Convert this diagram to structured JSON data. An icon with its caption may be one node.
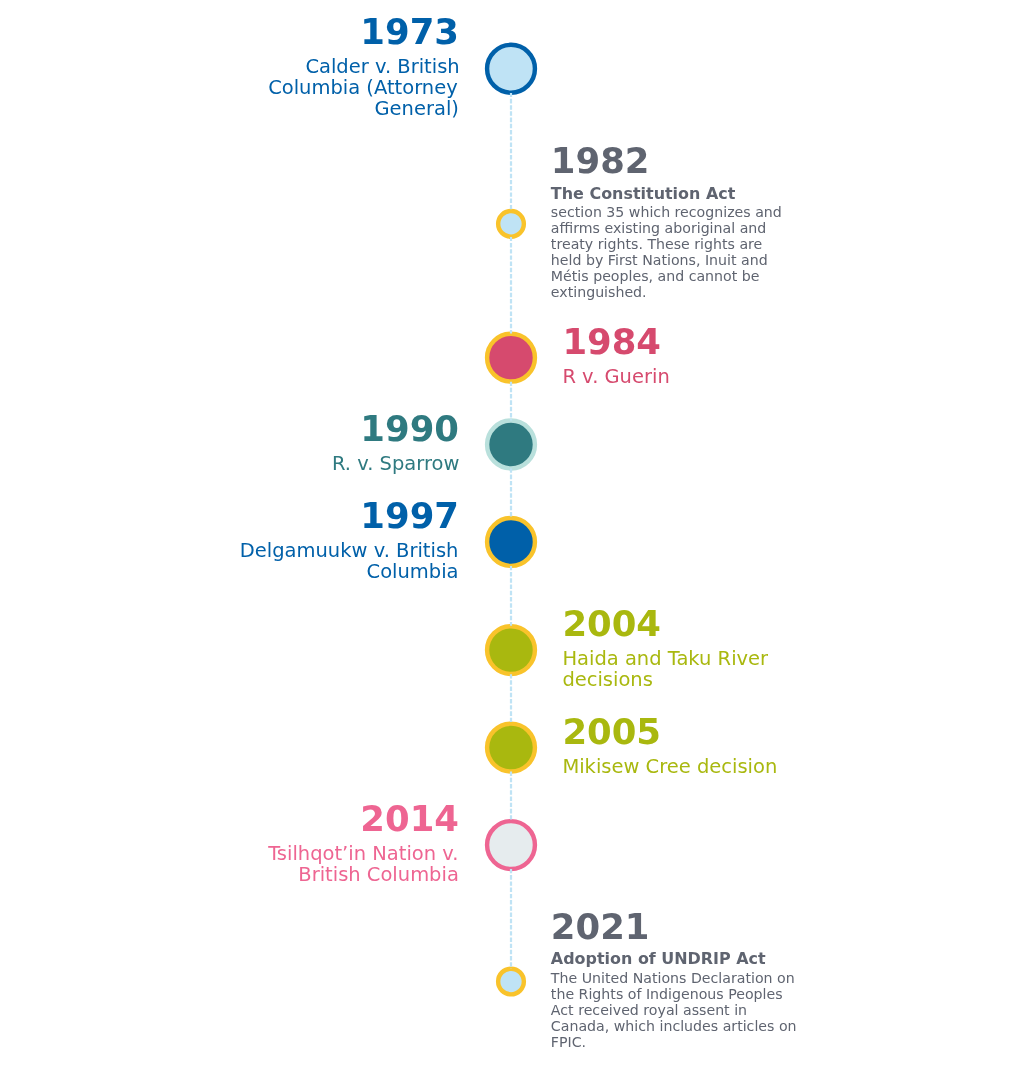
{
  "diagram": {
    "nodes": [
      {
        "text": [],
        "shape": "circle",
        "beside": [
          "1973",
          "Calder v. British Columbia (Attorney General)"
        ]
      },
      {
        "text": [],
        "shape": "circle",
        "beside": [
          "1982",
          "The Constitution Act",
          "section 35 which recognizes and affirms existing aboriginal and treaty rights. These rights are held by First Nations, Inuit and Métis peoples, and cannot be extinguished."
        ]
      },
      {
        "text": [],
        "shape": "circle",
        "beside": [
          "1984",
          "R v. Guerin"
        ]
      },
      {
        "text": [],
        "shape": "circle",
        "beside": [
          "1990",
          "R. v. Sparrow"
        ]
      },
      {
        "text": [],
        "shape": "circle",
        "beside": [
          "1997",
          "Delgamuukw v. British Columbia"
        ]
      },
      {
        "text": [],
        "shape": "circle",
        "beside": [
          "2004",
          "Haida and Taku River decisions"
        ]
      },
      {
        "text": [],
        "shape": "circle",
        "beside": [
          "2005",
          "Mikisew Cree decision"
        ]
      },
      {
        "text": [],
        "shape": "circle",
        "beside": [
          "2014",
          "Tsilhqot’in Nation v. British Columbia"
        ]
      },
      {
        "text": [],
        "shape": "circle",
        "beside": [
          "2021",
          "Adoption of UNDRIP Act",
          "The United Nations Declaration on the Rights of Indigenous Peoples Act received royal assent in Canada, which includes articles on FPIC."
        ]
      }
    ],
    "edges": [
      {
        "from": 0,
        "to": 1,
        "arrow": "none"
      },
      {
        "from": 1,
        "to": 2,
        "arrow": "none"
      },
      {
        "from": 2,
        "to": 3,
        "arrow": "none"
      },
      {
        "from": 3,
        "to": 4,
        "arrow": "none"
      },
      {
        "from": 4,
        "to": 5,
        "arrow": "none"
      },
      {
        "from": 5,
        "to": 6,
        "arrow": "none"
      },
      {
        "from": 6,
        "to": 7,
        "arrow": "none"
      },
      {
        "from": 7,
        "to": 8,
        "arrow": "none"
      }
    ]
  }
}
